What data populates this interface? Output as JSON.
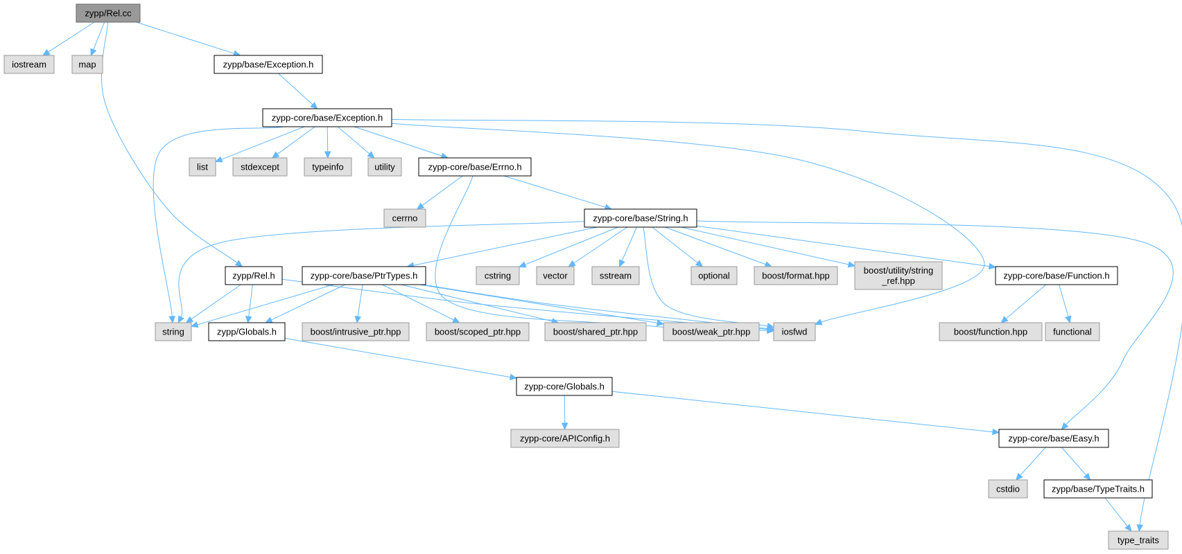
{
  "colors": {
    "edge": "#63b8ff",
    "root_fill": "#999999",
    "internal_fill": "#ffffff",
    "external_fill": "#e0e0e0"
  },
  "nodes": [
    {
      "id": "rel_cc",
      "label": [
        "zypp/Rel.cc"
      ],
      "kind": "root"
    },
    {
      "id": "iostream",
      "label": [
        "iostream"
      ],
      "kind": "external"
    },
    {
      "id": "map",
      "label": [
        "map"
      ],
      "kind": "external"
    },
    {
      "id": "zypp_exception",
      "label": [
        "zypp/base/Exception.h"
      ],
      "kind": "internal"
    },
    {
      "id": "core_exception",
      "label": [
        "zypp-core/base/Exception.h"
      ],
      "kind": "internal"
    },
    {
      "id": "list",
      "label": [
        "list"
      ],
      "kind": "external"
    },
    {
      "id": "stdexcept",
      "label": [
        "stdexcept"
      ],
      "kind": "external"
    },
    {
      "id": "typeinfo",
      "label": [
        "typeinfo"
      ],
      "kind": "external"
    },
    {
      "id": "utility",
      "label": [
        "utility"
      ],
      "kind": "external"
    },
    {
      "id": "errno_h",
      "label": [
        "zypp-core/base/Errno.h"
      ],
      "kind": "internal"
    },
    {
      "id": "cerrno",
      "label": [
        "cerrno"
      ],
      "kind": "external"
    },
    {
      "id": "string_h",
      "label": [
        "zypp-core/base/String.h"
      ],
      "kind": "internal"
    },
    {
      "id": "rel_h",
      "label": [
        "zypp/Rel.h"
      ],
      "kind": "internal"
    },
    {
      "id": "ptrtypes",
      "label": [
        "zypp-core/base/PtrTypes.h"
      ],
      "kind": "internal"
    },
    {
      "id": "cstring",
      "label": [
        "cstring"
      ],
      "kind": "external"
    },
    {
      "id": "vector",
      "label": [
        "vector"
      ],
      "kind": "external"
    },
    {
      "id": "sstream",
      "label": [
        "sstream"
      ],
      "kind": "external"
    },
    {
      "id": "optional",
      "label": [
        "optional"
      ],
      "kind": "external"
    },
    {
      "id": "boost_format",
      "label": [
        "boost/format.hpp"
      ],
      "kind": "external"
    },
    {
      "id": "boost_string_ref",
      "label": [
        "boost/utility/string",
        "_ref.hpp"
      ],
      "kind": "external"
    },
    {
      "id": "function_h",
      "label": [
        "zypp-core/base/Function.h"
      ],
      "kind": "internal"
    },
    {
      "id": "string",
      "label": [
        "string"
      ],
      "kind": "external"
    },
    {
      "id": "zypp_globals",
      "label": [
        "zypp/Globals.h"
      ],
      "kind": "internal"
    },
    {
      "id": "boost_intrusive",
      "label": [
        "boost/intrusive_ptr.hpp"
      ],
      "kind": "external"
    },
    {
      "id": "boost_scoped",
      "label": [
        "boost/scoped_ptr.hpp"
      ],
      "kind": "external"
    },
    {
      "id": "boost_shared",
      "label": [
        "boost/shared_ptr.hpp"
      ],
      "kind": "external"
    },
    {
      "id": "boost_weak",
      "label": [
        "boost/weak_ptr.hpp"
      ],
      "kind": "external"
    },
    {
      "id": "iosfwd",
      "label": [
        "iosfwd"
      ],
      "kind": "external"
    },
    {
      "id": "boost_function",
      "label": [
        "boost/function.hpp"
      ],
      "kind": "external"
    },
    {
      "id": "functional",
      "label": [
        "functional"
      ],
      "kind": "external"
    },
    {
      "id": "core_globals",
      "label": [
        "zypp-core/Globals.h"
      ],
      "kind": "internal"
    },
    {
      "id": "apiconfig",
      "label": [
        "zypp-core/APIConfig.h"
      ],
      "kind": "external"
    },
    {
      "id": "easy_h",
      "label": [
        "zypp-core/base/Easy.h"
      ],
      "kind": "internal"
    },
    {
      "id": "cstdio",
      "label": [
        "cstdio"
      ],
      "kind": "external"
    },
    {
      "id": "typetraits_h",
      "label": [
        "zypp/base/TypeTraits.h"
      ],
      "kind": "internal"
    },
    {
      "id": "type_traits",
      "label": [
        "type_traits"
      ],
      "kind": "external"
    }
  ]
}
